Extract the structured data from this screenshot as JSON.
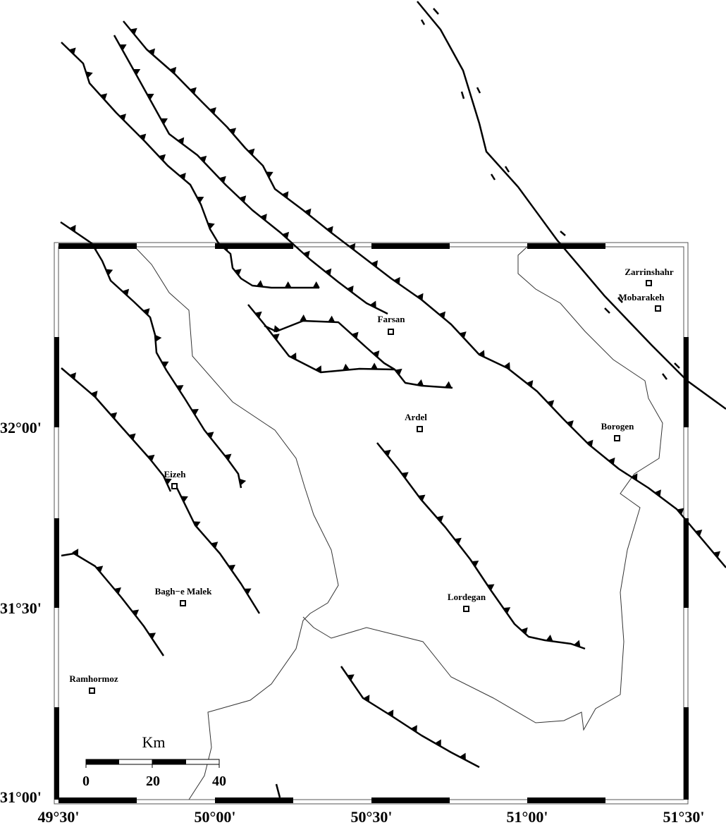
{
  "map": {
    "towns": [
      {
        "name": "Zarrinshahr"
      },
      {
        "name": "Mobarakeh"
      },
      {
        "name": "Farsan"
      },
      {
        "name": "Ardel"
      },
      {
        "name": "Borogen"
      },
      {
        "name": "Eizeh"
      },
      {
        "name": "Bagh−e Malek"
      },
      {
        "name": "Lordegan"
      },
      {
        "name": "Ramhormoz"
      }
    ],
    "longitude_labels": [
      "49°30'",
      "50°00'",
      "50°30'",
      "51°00'",
      "51°30'"
    ],
    "latitude_labels": [
      "31°00'",
      "31°30'",
      "32°00'"
    ],
    "scale_bar": {
      "unit": "Km",
      "ticks": [
        "0",
        "20",
        "40"
      ]
    },
    "colors": {
      "fault": "#000000",
      "river": "#333333",
      "frame": "#000000"
    }
  }
}
